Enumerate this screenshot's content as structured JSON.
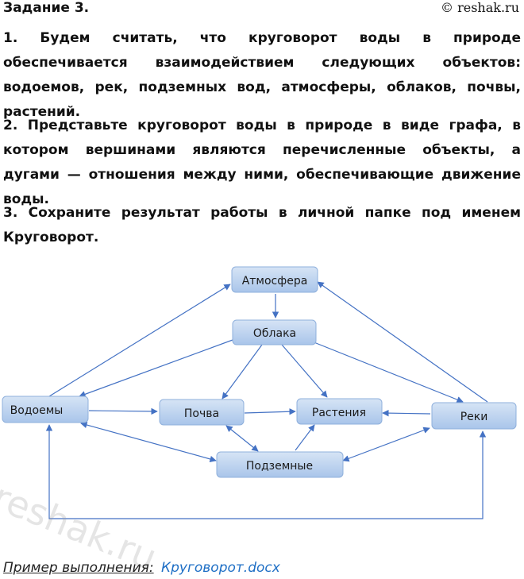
{
  "header": {
    "title": "Задание 3.",
    "copyright": "© reshak.ru"
  },
  "paragraphs": [
    "1. Будем считать, что круговорот воды в природе обеспечивается взаимодействием следующих объектов: водоемов, рек, подземных вод, атмосферы, облаков, почвы, растений.",
    "2. Представьте круговорот воды в природе в виде графа, в котором вершинами являются перечисленные объекты, а дугами — отношения между ними, обеспечивающие движение воды.",
    "3. Сохраните результат работы в личной папке под именем Круговорот."
  ],
  "graph": {
    "nodes": {
      "atmosphere": "Атмосфера",
      "clouds": "Облака",
      "waterbodies": "Водоемы",
      "soil": "Почва",
      "plants": "Растения",
      "rivers": "Реки",
      "groundwater": "Подземные"
    },
    "colors": {
      "node_fill_top": "#d6e4f5",
      "node_fill_bottom": "#a9c5ea",
      "edge": "#4472c4"
    }
  },
  "footer": {
    "label": "Пример выполнения:",
    "link": "Круговорот.docx"
  },
  "watermark": "reshak.ru"
}
